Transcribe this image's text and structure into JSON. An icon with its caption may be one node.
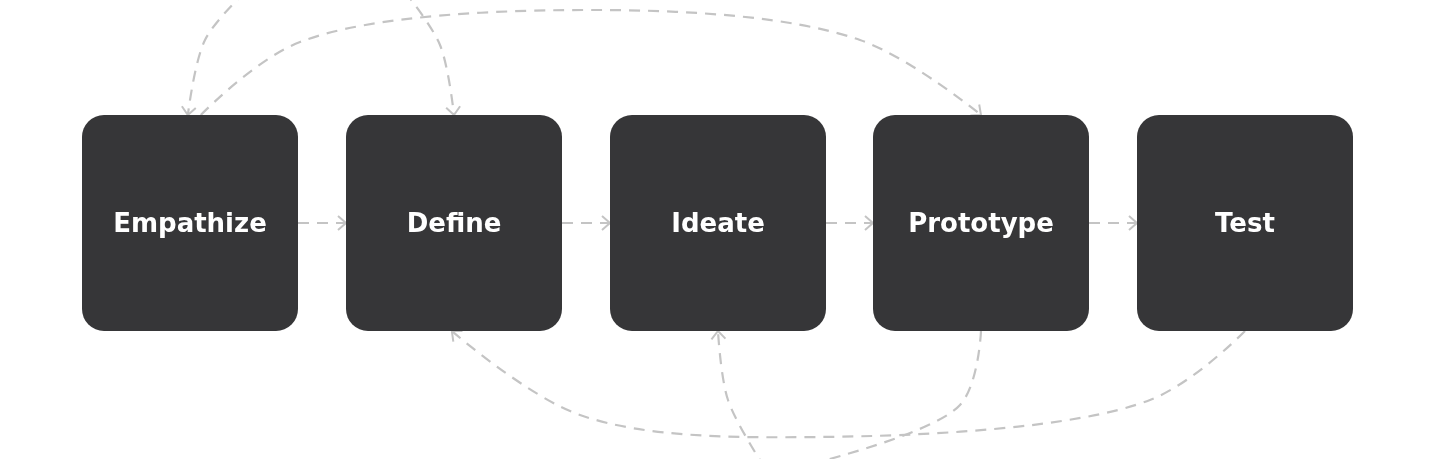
{
  "diagram": {
    "nodes": [
      {
        "text": [
          "Empathize"
        ]
      },
      {
        "text": [
          "Define"
        ]
      },
      {
        "text": [
          "Ideate"
        ]
      },
      {
        "text": [
          "Prototype"
        ]
      },
      {
        "text": [
          "Test"
        ]
      }
    ],
    "edges": [
      {
        "from": 0,
        "to": 1,
        "arrow": "to"
      },
      {
        "from": 1,
        "to": 2,
        "arrow": "to"
      },
      {
        "from": 2,
        "to": 3,
        "arrow": "to"
      },
      {
        "from": 3,
        "to": 4,
        "arrow": "to"
      },
      {
        "from": null,
        "to": 0,
        "arrow": "to"
      },
      {
        "from": null,
        "to": 1,
        "arrow": "to"
      },
      {
        "from": 0,
        "to": 3,
        "arrow": "to"
      },
      {
        "from": 4,
        "to": 1,
        "arrow": "to"
      },
      {
        "from": 3,
        "to": null,
        "arrow": "none"
      },
      {
        "from": null,
        "to": 2,
        "arrow": "to"
      }
    ]
  }
}
